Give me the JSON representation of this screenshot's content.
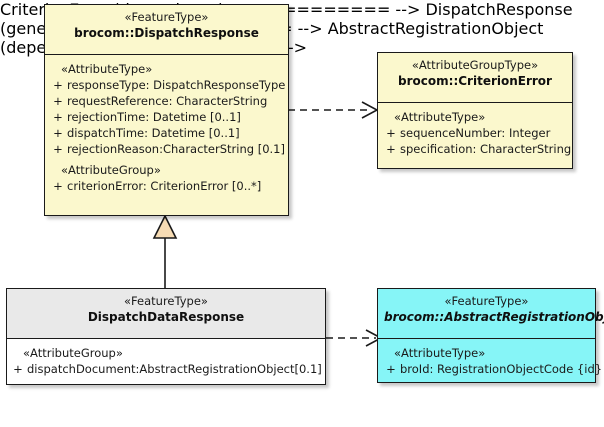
{
  "diagram": {
    "type": "uml-class-diagram",
    "background_color": "#ffffff"
  },
  "classes": [
    {
      "id": "dispatch-response",
      "stereotype": "«FeatureType»",
      "name": "brocom::DispatchResponse",
      "abstract": false,
      "header_fill": "#fbf8cd",
      "body_fill": "#fbf8cd",
      "compartments": [
        {
          "label": "«AttributeType»",
          "attributes": [
            {
              "visibility": "+",
              "text": "responseType: DispatchResponseType"
            },
            {
              "visibility": "+",
              "text": "requestReference: CharacterString"
            },
            {
              "visibility": "+",
              "text": "rejectionTime: Datetime [0..1]"
            },
            {
              "visibility": "+",
              "text": "dispatchTime: Datetime [0..1]"
            },
            {
              "visibility": "+",
              "text": "rejectionReason:CharacterString [0.1]"
            }
          ]
        },
        {
          "label": "«AttributeGroup»",
          "attributes": [
            {
              "visibility": "+",
              "text": "criterionError: CriterionError [0..*]"
            }
          ]
        }
      ]
    },
    {
      "id": "criterion-error",
      "stereotype": "«AttributeGroupType»",
      "name": "brocom::CriterionError",
      "abstract": false,
      "header_fill": "#fbf8cd",
      "body_fill": "#fbf8cd",
      "compartments": [
        {
          "label": "«AttributeType»",
          "attributes": [
            {
              "visibility": "+",
              "text": "sequenceNumber: Integer"
            },
            {
              "visibility": "+",
              "text": "specification: CharacterString"
            }
          ]
        }
      ]
    },
    {
      "id": "dispatch-data-response",
      "stereotype": "«FeatureType»",
      "name": "DispatchDataResponse",
      "abstract": false,
      "header_fill": "#e9e9e9",
      "body_fill": "#ffffff",
      "compartments": [
        {
          "label": "«AttributeGroup»",
          "attributes": [
            {
              "visibility": "+",
              "text": "dispatchDocument:AbstractRegistrationObject[0.1]"
            }
          ]
        }
      ]
    },
    {
      "id": "abstract-registration-object",
      "stereotype": "«FeatureType»",
      "name": "brocom::AbstractRegistrationObject",
      "abstract": true,
      "header_fill": "#86f5f7",
      "body_fill": "#86f5f7",
      "compartments": [
        {
          "label": "«AttributeType»",
          "attributes": [
            {
              "visibility": "+",
              "text": "broId: RegistrationObjectCode {id}"
            }
          ]
        }
      ]
    }
  ],
  "relationships": [
    {
      "id": "dep-dispatchresponse-criterionerror",
      "kind": "dependency",
      "style": "dashed",
      "arrowhead": "open",
      "from": "dispatch-response",
      "to": "criterion-error",
      "label": ""
    },
    {
      "id": "gen-dispatchdataresponse-dispatchresponse",
      "kind": "generalization",
      "style": "solid",
      "arrowhead": "hollow-triangle",
      "arrowhead_fill": "#f7dcb4",
      "from": "dispatch-data-response",
      "to": "dispatch-response",
      "label": ""
    },
    {
      "id": "dep-dispatchdataresponse-abstractregistrationobject",
      "kind": "dependency",
      "style": "dashed",
      "arrowhead": "open",
      "from": "dispatch-data-response",
      "to": "abstract-registration-object",
      "label": ""
    }
  ]
}
